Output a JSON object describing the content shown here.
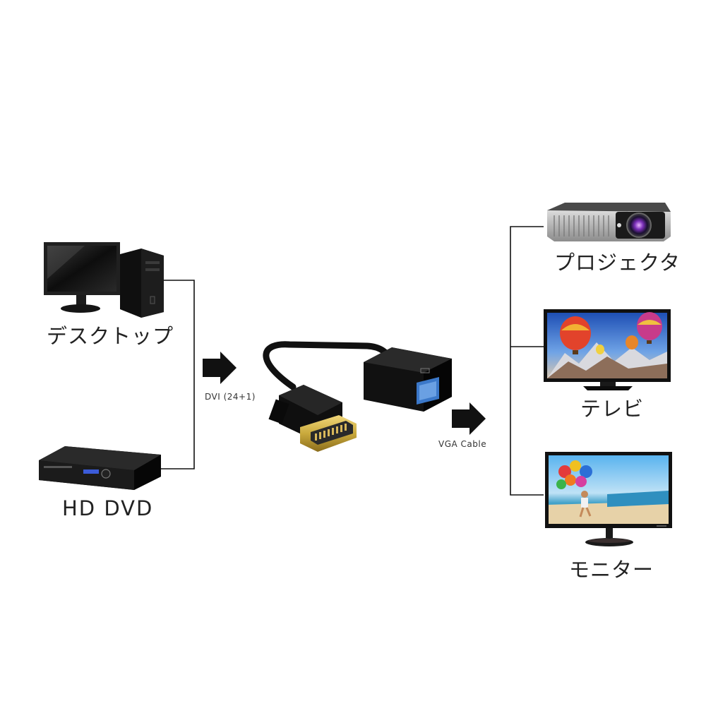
{
  "sources": [
    {
      "id": "desktop",
      "label": "デスクトップ",
      "icon": "desktop-pc-icon"
    },
    {
      "id": "hddvd",
      "label": "HD DVD",
      "icon": "dvd-player-icon"
    }
  ],
  "adapter": {
    "input_label": "DVI (24+1)",
    "output_label": "VGA Cable",
    "icon": "dvi-to-vga-adapter-icon"
  },
  "targets": [
    {
      "id": "projector",
      "label": "プロジェクタ",
      "icon": "projector-icon"
    },
    {
      "id": "tv",
      "label": "テレビ",
      "icon": "tv-icon"
    },
    {
      "id": "monitor",
      "label": "モニター",
      "icon": "monitor-icon"
    }
  ],
  "colors": {
    "line": "#111111",
    "arrow": "#111111",
    "connector_gold": "#c9a93c",
    "vga_port": "#3b78c9"
  }
}
